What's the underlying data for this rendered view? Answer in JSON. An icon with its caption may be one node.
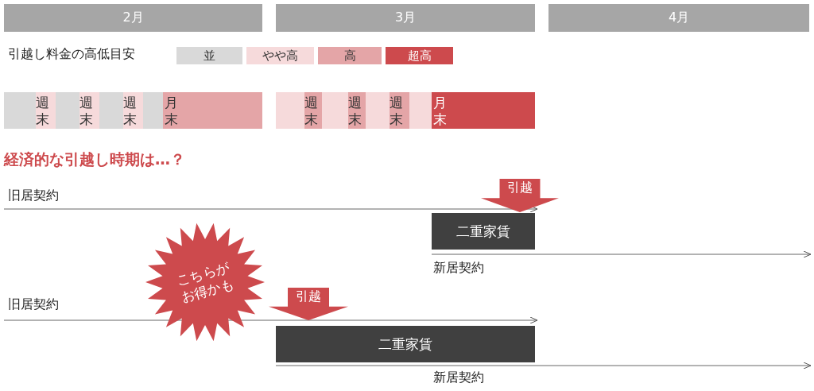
{
  "diagram": {
    "title": "経済的な引越し時期は…？",
    "nodes": [
      {
        "text": [
          "2月"
        ]
      },
      {
        "text": [
          "3月"
        ]
      },
      {
        "text": [
          "4月"
        ]
      },
      {
        "text": [],
        "shape": "bar"
      },
      {
        "text": [
          "週末"
        ]
      },
      {
        "text": [],
        "shape": "bar"
      },
      {
        "text": [
          "週末"
        ]
      },
      {
        "text": [],
        "shape": "bar"
      },
      {
        "text": [
          "週末"
        ]
      },
      {
        "text": [],
        "shape": "bar"
      },
      {
        "text": [
          "月末"
        ]
      },
      {
        "text": [],
        "shape": "bar"
      },
      {
        "text": [
          "週末"
        ]
      },
      {
        "text": [],
        "shape": "bar"
      },
      {
        "text": [
          "週末"
        ]
      },
      {
        "text": [],
        "shape": "bar"
      },
      {
        "text": [
          "週末"
        ]
      },
      {
        "text": [],
        "shape": "bar"
      },
      {
        "text": [
          "月末"
        ]
      },
      {
        "text": [
          "引越"
        ]
      },
      {
        "text": [
          "二重家賃"
        ]
      },
      {
        "text": [
          "こちらがお得かも"
        ]
      },
      {
        "text": [
          "引越"
        ]
      },
      {
        "text": [
          "二重家賃"
        ]
      }
    ],
    "labels": [
      "引越し料金の高低目安",
      "旧居契約",
      "新居契約",
      "旧居契約",
      "新居契約"
    ],
    "legend": [
      {
        "text": "並",
        "color": "#d9d9d9"
      },
      {
        "text": "やや高",
        "color": "#f6dadb"
      },
      {
        "text": "高",
        "color": "#e4a5a7"
      },
      {
        "text": "超高",
        "color": "#cd4a4d"
      }
    ]
  }
}
